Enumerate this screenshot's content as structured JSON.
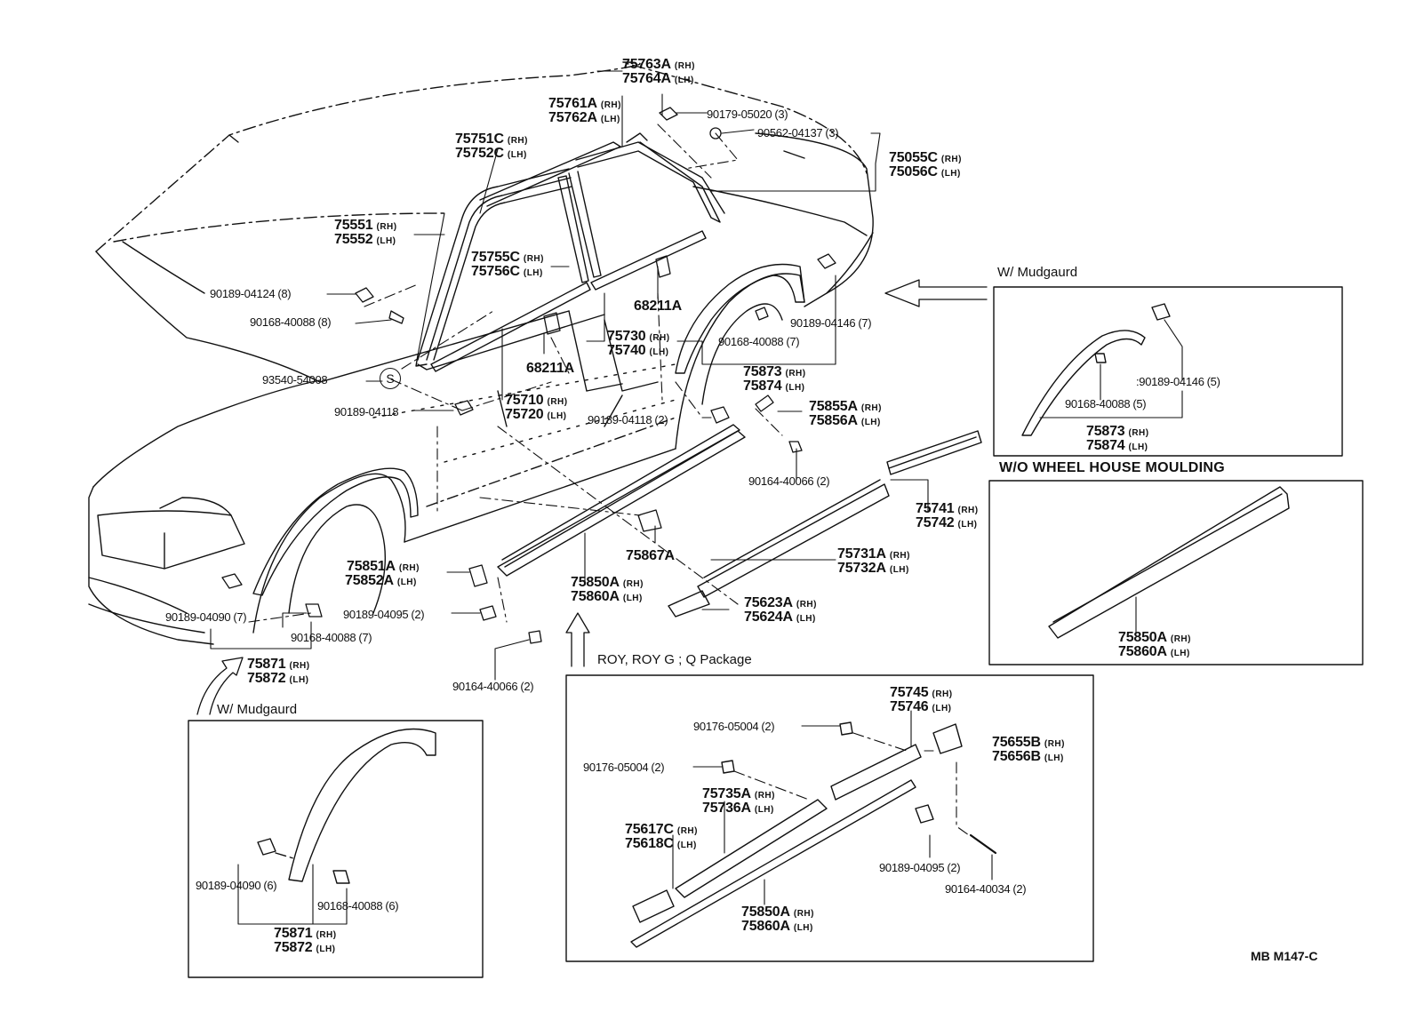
{
  "diagram_code": "MB  M147-C",
  "box_titles": {
    "mudguard_right": "W/ Mudgaurd",
    "mudguard_left": "W/ Mudgaurd",
    "wo_wheel_house": "W/O WHEEL  HOUSE  MOULDING",
    "package": "ROY, ROY G ; Q Package"
  },
  "sym": {
    "s": "S"
  },
  "parts": {
    "p75763": {
      "a": "75763A",
      "as": "(RH)",
      "b": "75764A",
      "bs": "(LH)"
    },
    "p75761": {
      "a": "75761A",
      "as": "(RH)",
      "b": "75762A",
      "bs": "(LH)"
    },
    "p75751": {
      "a": "75751C",
      "as": "(RH)",
      "b": "75752C",
      "bs": "(LH)"
    },
    "p90179": {
      "n": "90179-05020",
      "q": "(3)"
    },
    "p90562": {
      "n": "90562-04137",
      "q": "(3)"
    },
    "p75055": {
      "a": "75055C",
      "as": "(RH)",
      "b": "75056C",
      "bs": "(LH)"
    },
    "p75551": {
      "a": "75551",
      "as": "(RH)",
      "b": "75552",
      "bs": "(LH)"
    },
    "p75755": {
      "a": "75755C",
      "as": "(RH)",
      "b": "75756C",
      "bs": "(LH)"
    },
    "p90189_04124": {
      "n": "90189-04124",
      "q": "(8)"
    },
    "p90168_8": {
      "n": "90168-40088",
      "q": "(8)"
    },
    "p68211_top": {
      "n": "68211A"
    },
    "p68211_mid": {
      "n": "68211A"
    },
    "p75730": {
      "a": "75730",
      "as": "(RH)",
      "b": "75740",
      "bs": "(LH)"
    },
    "p90168_7": {
      "n": "90168-40088",
      "q": "(7)"
    },
    "p90189_04146": {
      "n": "90189-04146",
      "q": "(7)"
    },
    "p75873": {
      "a": "75873",
      "as": "(RH)",
      "b": "75874",
      "bs": "(LH)"
    },
    "p93540": {
      "n": "93540-54008"
    },
    "p75710": {
      "a": "75710",
      "as": "(RH)",
      "b": "75720",
      "bs": "(LH)"
    },
    "p90189_04118a": {
      "n": "90189-04118"
    },
    "p90189_04118b": {
      "n": "90189-04118",
      "q": "(2)"
    },
    "p75855": {
      "a": "75855A",
      "as": "(RH)",
      "b": "75856A",
      "bs": "(LH)"
    },
    "p90164_40066a": {
      "n": "90164-40066",
      "q": "(2)"
    },
    "p75741": {
      "a": "75741",
      "as": "(RH)",
      "b": "75742",
      "bs": "(LH)"
    },
    "p75731": {
      "a": "75731A",
      "as": "(RH)",
      "b": "75732A",
      "bs": "(LH)"
    },
    "p75623": {
      "a": "75623A",
      "as": "(RH)",
      "b": "75624A",
      "bs": "(LH)"
    },
    "p75867": {
      "n": "75867A"
    },
    "p75850_main": {
      "a": "75850A",
      "as": "(RH)",
      "b": "75860A",
      "bs": "(LH)"
    },
    "p75851": {
      "a": "75851A",
      "as": "(RH)",
      "b": "75852A",
      "bs": "(LH)"
    },
    "p90189_04095a": {
      "n": "90189-04095",
      "q": "(2)"
    },
    "p90189_04090_7": {
      "n": "90189-04090",
      "q": "(7)"
    },
    "p90168_7b": {
      "n": "90168-40088",
      "q": "(7)"
    },
    "p75871_main": {
      "a": "75871",
      "as": "(RH)",
      "b": "75872",
      "bs": "(LH)"
    },
    "p90164_40066b": {
      "n": "90164-40066",
      "q": "(2)"
    },
    "p90189_04146_5": {
      "n": ":90189-04146",
      "q": "(5)"
    },
    "p90168_5": {
      "n": "90168-40088",
      "q": "(5)"
    },
    "p75873_box": {
      "a": "75873",
      "as": "(RH)",
      "b": "75874",
      "bs": "(LH)"
    },
    "p75850_wo": {
      "a": "75850A",
      "as": "(RH)",
      "b": "75860A",
      "bs": "(LH)"
    },
    "p90189_04090_6": {
      "n": "90189-04090",
      "q": "(6)"
    },
    "p90168_6": {
      "n": "90168-40088",
      "q": "(6)"
    },
    "p75871_box": {
      "a": "75871",
      "as": "(RH)",
      "b": "75872",
      "bs": "(LH)"
    },
    "p75745": {
      "a": "75745",
      "as": "(RH)",
      "b": "75746",
      "bs": "(LH)"
    },
    "p90176_a": {
      "n": "90176-05004",
      "q": "(2)"
    },
    "p90176_b": {
      "n": "90176-05004",
      "q": "(2)"
    },
    "p75655": {
      "a": "75655B",
      "as": "(RH)",
      "b": "75656B",
      "bs": "(LH)"
    },
    "p75735": {
      "a": "75735A",
      "as": "(RH)",
      "b": "75736A",
      "bs": "(LH)"
    },
    "p75617": {
      "a": "75617C",
      "as": "(RH)",
      "b": "75618C",
      "bs": "(LH)"
    },
    "p90189_04095b": {
      "n": "90189-04095",
      "q": "(2)"
    },
    "p90164_40034": {
      "n": "90164-40034",
      "q": "(2)"
    },
    "p75850_pkg": {
      "a": "75850A",
      "as": "(RH)",
      "b": "75860A",
      "bs": "(LH)"
    }
  }
}
